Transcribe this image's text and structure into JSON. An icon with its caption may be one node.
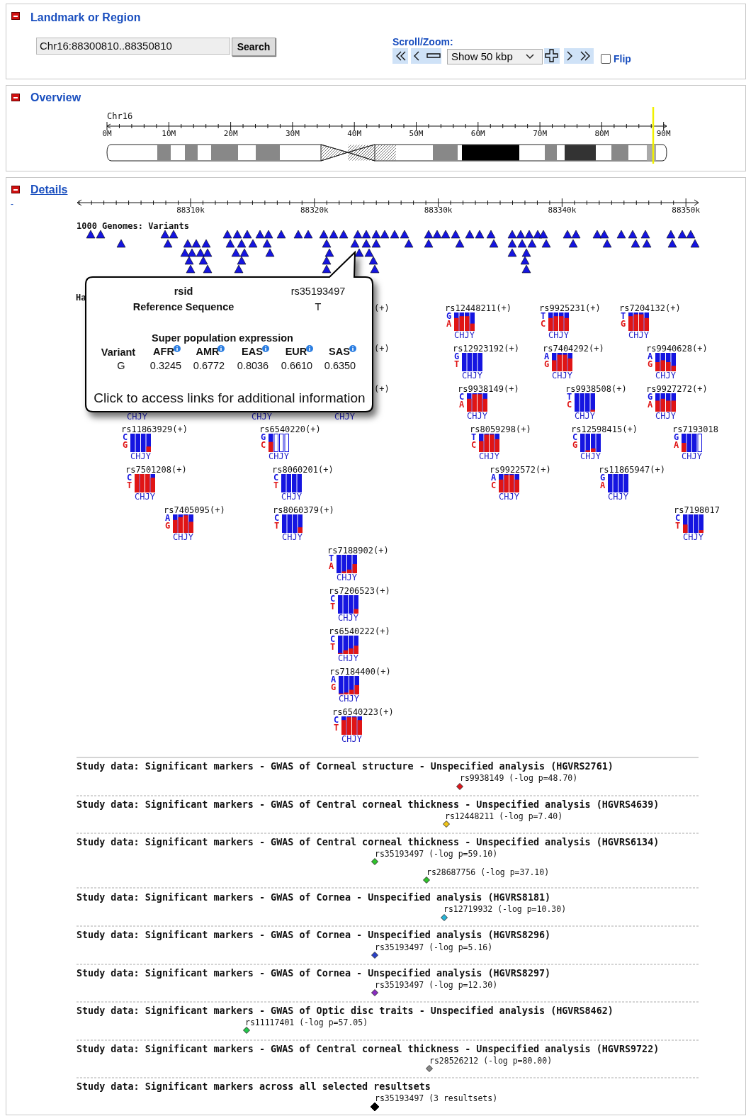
{
  "diagram": {
    "nodes": [
      {
        "text": [
          "Landmark or Region"
        ]
      },
      {
        "text": [
          "Overview"
        ]
      },
      {
        "text": [
          "Details"
        ]
      },
      {
        "text": [
          "rsid",
          "rs35193497",
          "Reference Sequence",
          "T",
          "Super population expression",
          "Variant",
          "AFR",
          "AMR",
          "EAS",
          "EUR",
          "SAS",
          "G",
          "0.3245",
          "0.6772",
          "0.8036",
          "0.6610",
          "0.6350",
          "Click to access links for additional information"
        ],
        "in": 2
      }
    ],
    "labels": [
      "Chr16:88300810..88350810",
      "Search",
      "Scroll/Zoom:",
      "Show 50 kbp",
      "Flip",
      "Chr16",
      "0M",
      "10M",
      "20M",
      "30M",
      "40M",
      "50M",
      "60M",
      "70M",
      "80M",
      "90M",
      "-",
      "88310k",
      "88320k",
      "88330k",
      "88340k",
      "88350k",
      "1000 Genomes: Variants",
      "Ha",
      "(+)",
      "(+)",
      "(+)",
      "CHJY",
      "CHJY",
      "CHJY",
      "rs12448211(+)",
      "G",
      "A",
      "CHJY",
      "rs9925231(+)",
      "T",
      "C",
      "CHJY",
      "rs7204132(+)",
      "T",
      "G",
      "CHJY",
      "rs12923192(+)",
      "G",
      "T",
      "CHJY",
      "rs7404292(+)",
      "A",
      "G",
      "CHJY",
      "rs9940628(+)",
      "A",
      "G",
      "CHJY",
      "rs9938149(+)",
      "C",
      "A",
      "CHJY",
      "rs9938508(+)",
      "T",
      "C",
      "CHJY",
      "rs9927272(+)",
      "G",
      "A",
      "CHJY",
      "rs11863929(+)",
      "C",
      "G",
      "CHJY",
      "rs6540220(+)",
      "G",
      "C",
      "CHJY",
      "rs8059298(+)",
      "T",
      "C",
      "CHJY",
      "rs12598415(+)",
      "C",
      "G",
      "CHJY",
      "rs7193018",
      "G",
      "A",
      "CHJY",
      "rs7501208(+)",
      "C",
      "T",
      "CHJY",
      "rs8060201(+)",
      "C",
      "T",
      "CHJY",
      "rs9922572(+)",
      "A",
      "C",
      "CHJY",
      "rs11865947(+)",
      "G",
      "A",
      "CHJY",
      "rs7405095(+)",
      "A",
      "G",
      "CHJY",
      "rs8060379(+)",
      "C",
      "T",
      "CHJY",
      "rs7198017",
      "C",
      "T",
      "CHJY",
      "rs7188902(+)",
      "T",
      "A",
      "CHJY",
      "rs7206523(+)",
      "C",
      "T",
      "CHJY",
      "rs6540222(+)",
      "C",
      "T",
      "CHJY",
      "rs7184400(+)",
      "A",
      "G",
      "CHJY",
      "rs6540223(+)",
      "C",
      "T",
      "CHJY",
      "Study data: Significant markers - GWAS of Corneal structure - Unspecified analysis (HGVRS2761)",
      "rs9938149 (-log p=48.70)",
      "Study data: Significant markers - GWAS of Central corneal thickness - Unspecified analysis (HGVRS4639)",
      "rs12448211 (-log p=7.40)",
      "Study data: Significant markers - GWAS of Central corneal thickness - Unspecified analysis (HGVRS6134)",
      "rs35193497 (-log p=59.10)",
      "rs28687756 (-log p=37.10)",
      "Study data: Significant markers - GWAS of Cornea - Unspecified analysis (HGVRS8181)",
      "rs12719932 (-log p=10.30)",
      "Study data: Significant markers - GWAS of Cornea - Unspecified analysis (HGVRS8296)",
      "rs35193497 (-log p=5.16)",
      "Study data: Significant markers - GWAS of Cornea - Unspecified analysis (HGVRS8297)",
      "rs35193497 (-log p=12.30)",
      "Study data: Significant markers - GWAS of Optic disc traits - Unspecified analysis (HGVRS8462)",
      "rs11117401 (-log p=57.05)",
      "Study data: Significant markers - GWAS of Central corneal thickness - Unspecified analysis (HGVRS9722)",
      "rs28526212 (-log p=80.00)",
      "Study data: Significant markers across all selected resultsets",
      "rs35193497 (3 resultsets)"
    ]
  }
}
